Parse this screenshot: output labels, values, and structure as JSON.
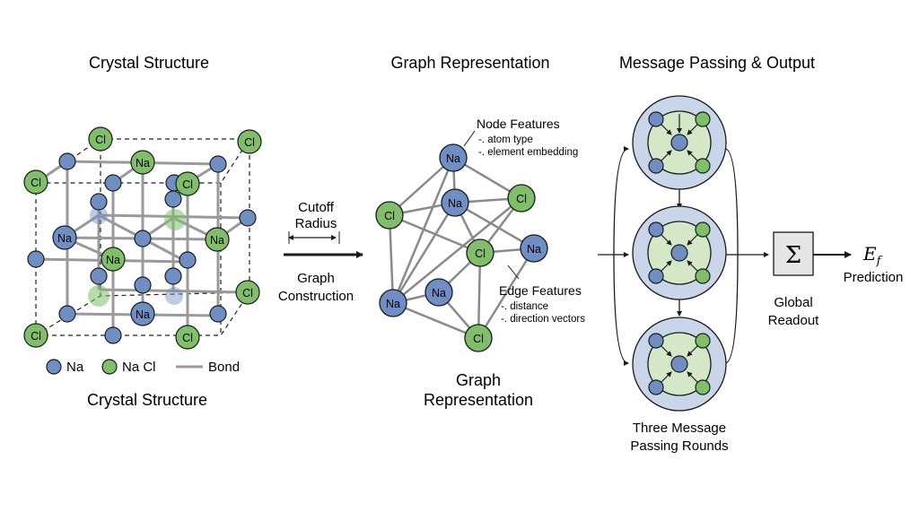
{
  "titles": {
    "crystal": "Crystal Structure",
    "graph": "Graph Representation",
    "message": "Message Passing & Output"
  },
  "crystal": {
    "atoms": {
      "na": "Na",
      "cl": "Cl"
    },
    "legend": {
      "na": "Na",
      "cl": "Na Cl",
      "bond": "Bond"
    },
    "caption": "Crystal Structure"
  },
  "arrow": {
    "line1": "Cutoff",
    "line2": "Radius",
    "line3": "Graph",
    "line4": "Construction"
  },
  "graph": {
    "node_title": "Node Features",
    "node_item1": "-. atom type",
    "node_item2": "-. element embedding",
    "edge_title": "Edge Features",
    "edge_item1": "-. distance",
    "edge_item2": "-. direction vectors",
    "caption1": "Graph",
    "caption2": "Representation"
  },
  "message": {
    "rounds1": "Three Message",
    "rounds2": "Passing Rounds",
    "readout_symbol": "Σ",
    "readout1": "Global",
    "readout2": "Readout",
    "output_symbol": "E",
    "output_sub": "f",
    "prediction": "Prediction"
  },
  "colors": {
    "na_fill": "#6f8fc4",
    "cl_fill": "#7fbf6a",
    "circle_fill": "#c9d6ea",
    "inner_fill": "#d4e8c8"
  }
}
